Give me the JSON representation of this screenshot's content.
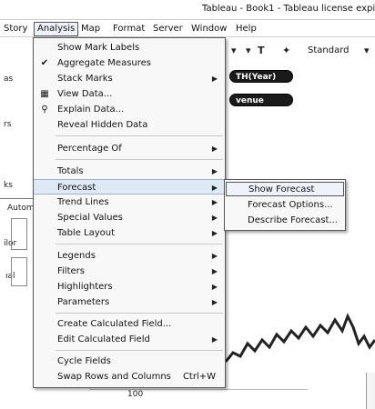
{
  "window": {
    "title": "Tableau - Book1 - Tableau license expi"
  },
  "menubar": {
    "items": [
      {
        "label": "Story"
      },
      {
        "label": "Analysis"
      },
      {
        "label": "Map"
      },
      {
        "label": "Format"
      },
      {
        "label": "Server"
      },
      {
        "label": "Window"
      },
      {
        "label": "Help"
      }
    ],
    "active": "Analysis"
  },
  "toolbar": {
    "standard_label": "Standard"
  },
  "shelves": {
    "columns_pill": "TH(Year)",
    "rows_pill": "venue"
  },
  "left_fragments": [
    "as",
    "rs",
    "ks",
    "Autom",
    "ilor",
    "ıal"
  ],
  "chart": {
    "axis_tick": "100"
  },
  "analysis_menu": {
    "items": [
      {
        "label": "Show Mark Labels",
        "icon": "",
        "submenu": false
      },
      {
        "label": "Aggregate Measures",
        "icon": "check-icon",
        "submenu": false
      },
      {
        "label": "Stack Marks",
        "icon": "",
        "submenu": true
      },
      {
        "label": "View Data...",
        "icon": "grid-icon",
        "submenu": false
      },
      {
        "label": "Explain Data...",
        "icon": "lightbulb-icon",
        "submenu": false
      },
      {
        "label": "Reveal Hidden Data",
        "icon": "",
        "submenu": false
      },
      {
        "label": "Percentage Of",
        "icon": "",
        "submenu": true
      },
      {
        "label": "Totals",
        "icon": "",
        "submenu": true
      },
      {
        "label": "Forecast",
        "icon": "",
        "submenu": true
      },
      {
        "label": "Trend Lines",
        "icon": "",
        "submenu": true
      },
      {
        "label": "Special Values",
        "icon": "",
        "submenu": true
      },
      {
        "label": "Table Layout",
        "icon": "",
        "submenu": true
      },
      {
        "label": "Legends",
        "icon": "",
        "submenu": true
      },
      {
        "label": "Filters",
        "icon": "",
        "submenu": true
      },
      {
        "label": "Highlighters",
        "icon": "",
        "submenu": true
      },
      {
        "label": "Parameters",
        "icon": "",
        "submenu": true
      },
      {
        "label": "Create Calculated Field...",
        "icon": "",
        "submenu": false
      },
      {
        "label": "Edit Calculated Field",
        "icon": "",
        "submenu": true
      },
      {
        "label": "Cycle Fields",
        "icon": "",
        "submenu": false
      },
      {
        "label": "Swap Rows and Columns",
        "icon": "",
        "submenu": false,
        "shortcut": "Ctrl+W"
      }
    ],
    "highlighted": "Forecast"
  },
  "forecast_submenu": {
    "items": [
      {
        "label": "Show Forecast"
      },
      {
        "label": "Forecast Options..."
      },
      {
        "label": "Describe Forecast..."
      }
    ],
    "highlighted": "Show Forecast"
  }
}
